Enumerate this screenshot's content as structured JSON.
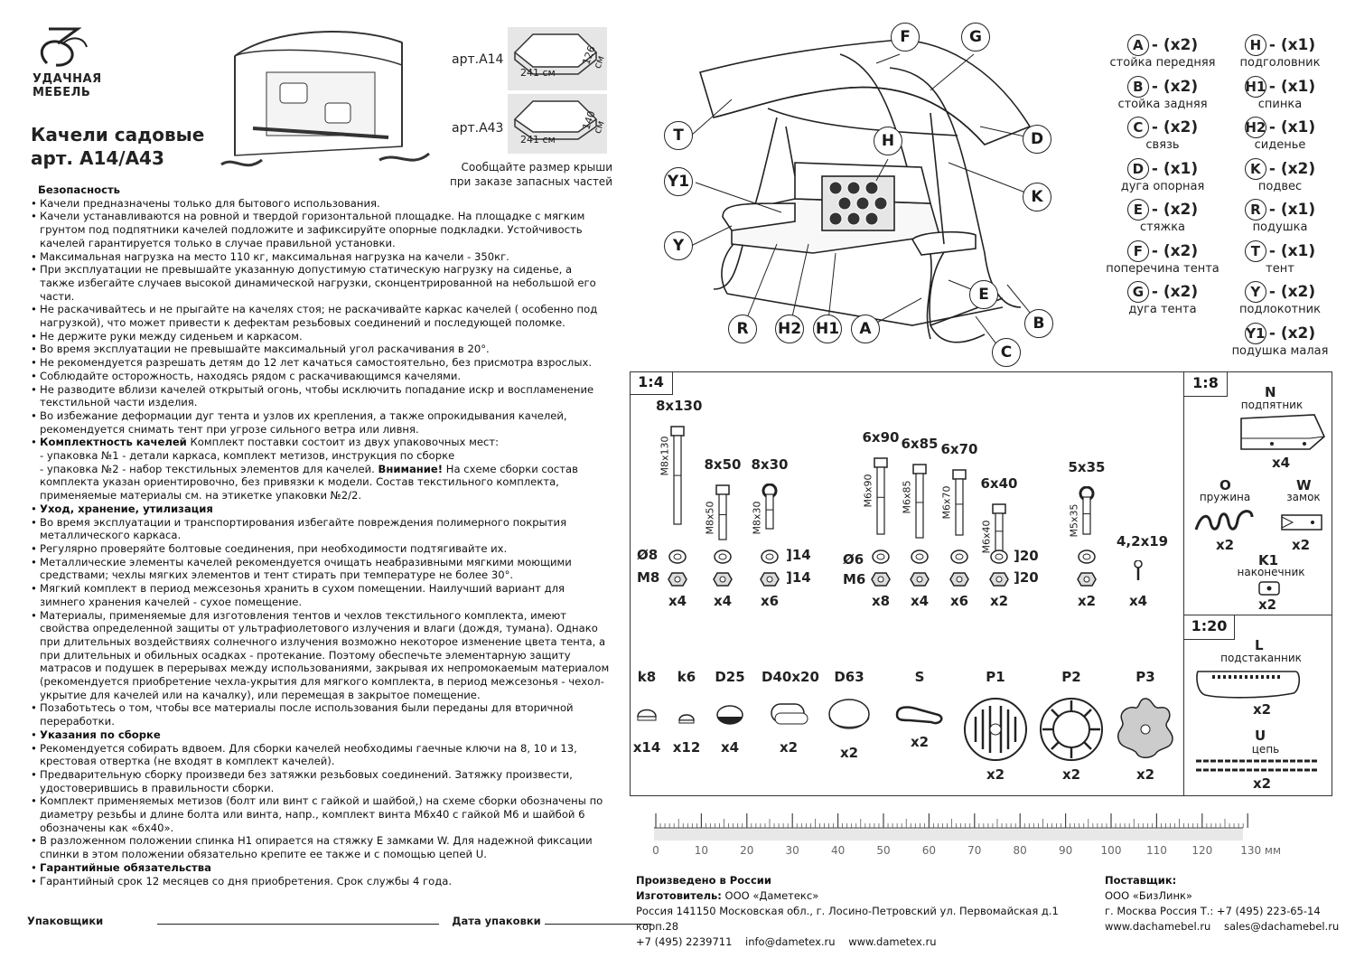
{
  "logo": {
    "line1": "УДАЧНАЯ",
    "line2": "МЕБЕЛЬ"
  },
  "title": {
    "line1": "Качели садовые",
    "line2": "арт. А14/А43"
  },
  "articles": [
    {
      "name": "арт.А14",
      "width": "241 см",
      "depth": "126 см"
    },
    {
      "name": "арт.А43",
      "width": "241 см",
      "depth": "140 см"
    }
  ],
  "roof_note": {
    "line1": "Сообщайте размер крыши",
    "line2": "при заказе запасных частей"
  },
  "rules": [
    {
      "type": "h",
      "text": "Безопасность"
    },
    {
      "type": "b",
      "text": "Качели предназначены только для бытового использования."
    },
    {
      "type": "b",
      "text": "Качели устанавливаются на ровной и твердой горизонтальной площадке. На площадке с мягким грунтом под подпятники качелей подложите и зафиксируйте опорные подкладки. Устойчивость качелей гарантируется только в случае правильной установки."
    },
    {
      "type": "b",
      "text": "Максимальная нагрузка на место 110 кг, максимальная нагрузка на качели - 350кг."
    },
    {
      "type": "b",
      "text": "При эксплуатации не превышайте указанную допустимую статическую нагрузку на сиденье, а также избегайте случаев высокой динамической нагрузки, сконцентрированной на небольшой его части."
    },
    {
      "type": "b",
      "text": "Не раскачивайтесь и не прыгайте на качелях стоя; не раскачивайте каркас качелей ( особенно под нагрузкой), что может привести к дефектам резьбовых соединений и последующей поломке."
    },
    {
      "type": "b",
      "text": "Не держите руки между сиденьем и каркасом."
    },
    {
      "type": "b",
      "text": "Во время эксплуатации не превышайте максимальный угол раскачивания в 20°."
    },
    {
      "type": "b",
      "text": "Не рекомендуется разрешать детям до 12 лет качаться самостоятельно, без присмотра взрослых."
    },
    {
      "type": "b",
      "text": "Соблюдайте осторожность, находясь рядом с раскачивающимся качелями."
    },
    {
      "type": "b",
      "text": "Не разводите вблизи качелей открытый огонь, чтобы исключить попадание искр и воспламенение текстильной части изделия."
    },
    {
      "type": "b",
      "text": "Во избежание деформации дуг тента и узлов их крепления, а также опрокидывания качелей, рекомендуется снимать тент при угрозе сильного ветра или ливня."
    },
    {
      "type": "bh",
      "bold": "Комплектность качелей",
      "text": " Комплект поставки состоит из двух упаковочных мест:"
    },
    {
      "type": "d",
      "text": "- упаковка №1 - детали каркаса, комплект метизов, инструкция по сборке"
    },
    {
      "type": "d",
      "text": "- упаковка №2 - набор текстильных элементов для качелей.",
      "bold": "Внимание!",
      "tail": " На схеме сборки состав комплекта указан ориентировочно, без привязки к модели. Состав текстильного комплекта, применяемые материалы см. на этикетке упаковки №2/2."
    },
    {
      "type": "bh",
      "bold": "Уход, хранение, утилизация",
      "text": ""
    },
    {
      "type": "b",
      "text": "Во время эксплуатации и транспортирования избегайте повреждения полимерного покрытия металлического каркаса."
    },
    {
      "type": "b",
      "text": "Регулярно проверяйте болтовые соединения, при необходимости подтягивайте их."
    },
    {
      "type": "b",
      "text": "Металлические элементы качелей рекомендуется очищать неабразивными мягкими моющими средствами; чехлы мягких элементов и тент стирать при температуре не более 30°."
    },
    {
      "type": "b",
      "text": "Мягкий комплект в период межсезонья хранить в сухом помещении. Наилучший вариант для зимнего хранения качелей - сухое помещение."
    },
    {
      "type": "b",
      "text": "Материалы, применяемые для изготовления тентов и чехлов текстильного комплекта, имеют свойства определенной защиты от ультрафиолетового излучения и влаги (дождя, тумана). Однако при длительных воздействиях солнечного излучения возможно некоторое изменение цвета тента, а при длительных и обильных осадках - протекание. Поэтому обеспечьте элементарную защиту матрасов и подушек в перерывах между использованиями, закрывая их непромокаемым материалом (рекомендуется приобретение чехла-укрытия для мягкого комплекта, в период межсезонья - чехол-укрытие для качелей или на качалку), или перемещая в закрытое помещение."
    },
    {
      "type": "b",
      "text": "Позаботьтесь о том, чтобы все материалы после использования были переданы для вторичной переработки."
    },
    {
      "type": "bh",
      "bold": "Указания по сборке",
      "text": ""
    },
    {
      "type": "b",
      "text": "Рекомендуется собирать вдвоем. Для сборки качелей необходимы гаечные ключи на 8, 10 и 13, крестовая отвертка (не входят в комплект качелей)."
    },
    {
      "type": "b",
      "text": "Предварительную сборку произведи без затяжки резьбовых соединений. Затяжку произвести, удостоверившись в правильности сборки."
    },
    {
      "type": "b",
      "text": "Комплект применяемых метизов (болт или винт с гайкой и шайбой,) на схеме сборки обозначены по диаметру резьбы и длине болта или винта, напр., комплект винта М6х40 с гайкой М6 и шайбой 6 обозначены как «6х40»."
    },
    {
      "type": "b",
      "text": "В разложенном положении спинка Н1 опирается на стяжку Е замками W. Для надежной фиксации спинки в этом положении обязательно крепите ее также и с помощью цепей U."
    },
    {
      "type": "bh",
      "bold": "Гарантийные обязательства",
      "text": ""
    },
    {
      "type": "b",
      "text": "Гарантийный срок 12 месяцев со дня приобретения. Срок службы 4 года."
    }
  ],
  "signature": {
    "packer": "Упаковщики",
    "pack_date": "Дата упаковки"
  },
  "callouts": [
    "F",
    "G",
    "T",
    "H",
    "D",
    "Y1",
    "K",
    "Y",
    "E",
    "B",
    "R",
    "H2",
    "H1",
    "A",
    "C"
  ],
  "legend": [
    {
      "letter": "A",
      "qty": "- (x2)",
      "label": "стойка передняя"
    },
    {
      "letter": "B",
      "qty": "- (x2)",
      "label": "стойка задняя"
    },
    {
      "letter": "C",
      "qty": "- (x2)",
      "label": "связь"
    },
    {
      "letter": "D",
      "qty": "- (x1)",
      "label": "дуга опорная"
    },
    {
      "letter": "E",
      "qty": "- (x2)",
      "label": "стяжка"
    },
    {
      "letter": "F",
      "qty": "- (x2)",
      "label": "поперечина тента"
    },
    {
      "letter": "G",
      "qty": "- (x2)",
      "label": "дуга тента"
    },
    {
      "letter": "H",
      "qty": "- (x1)",
      "label": "подголовник"
    },
    {
      "letter": "H1",
      "qty": "- (x1)",
      "label": "спинка"
    },
    {
      "letter": "H2",
      "qty": "- (x1)",
      "label": "сиденье"
    },
    {
      "letter": "K",
      "qty": "- (x2)",
      "label": "подвес"
    },
    {
      "letter": "R",
      "qty": "- (x1)",
      "label": "подушка"
    },
    {
      "letter": "T",
      "qty": "- (x1)",
      "label": "тент"
    },
    {
      "letter": "Y",
      "qty": "- (x2)",
      "label": "подлокотник"
    },
    {
      "letter": "Y1",
      "qty": "- (x2)",
      "label": "подушка малая"
    }
  ],
  "hardware": {
    "scale_main": "1:4",
    "bolts": [
      {
        "size": "8x130",
        "mark": "M8x130"
      },
      {
        "size": "8x50",
        "mark": "M8x50"
      },
      {
        "size": "8x30",
        "mark": "M8x30"
      },
      {
        "size": "6x90",
        "mark": "M6x90"
      },
      {
        "size": "6x85",
        "mark": "M6x85"
      },
      {
        "size": "6x70",
        "mark": "M6x70"
      },
      {
        "size": "6x40",
        "mark": "M6x40"
      },
      {
        "size": "5x35",
        "mark": "M5x35"
      },
      {
        "size": "4,2x19",
        "mark": ""
      }
    ],
    "washer_d8": "Ø8",
    "nut_m8": "M8",
    "washer_d6": "Ø6",
    "nut_m6": "M6",
    "bracket_14a": "]14",
    "bracket_14b": "]14",
    "bracket_20a": "]20",
    "bracket_20b": "]20",
    "counts": [
      "x4",
      "x4",
      "x6",
      "x8",
      "x4",
      "x6",
      "x2",
      "x2",
      "x4"
    ],
    "caps": [
      {
        "name": "k8",
        "qty": "x14"
      },
      {
        "name": "k6",
        "qty": "x12"
      },
      {
        "name": "D25",
        "qty": "x4"
      },
      {
        "name": "D40x20",
        "qty": "x2"
      },
      {
        "name": "D63",
        "qty": "x2"
      },
      {
        "name": "S",
        "qty": "x2"
      },
      {
        "name": "P1",
        "qty": "x2"
      },
      {
        "name": "P2",
        "qty": "x2"
      },
      {
        "name": "P3",
        "qty": "x2"
      }
    ],
    "scale_18": "1:8",
    "n": {
      "letter": "N",
      "label": "подпятник",
      "qty": "x4"
    },
    "o": {
      "letter": "O",
      "label": "пружина",
      "qty": "x2"
    },
    "w": {
      "letter": "W",
      "label": "замок",
      "qty": "x2"
    },
    "k1": {
      "letter": "K1",
      "label": "наконечник",
      "qty": "x2"
    },
    "scale_120": "1:20",
    "l": {
      "letter": "L",
      "label": "подстаканник",
      "qty": "x2"
    },
    "u": {
      "letter": "U",
      "label": "цепь",
      "qty": "x2"
    }
  },
  "ruler": {
    "ticks": [
      "0",
      "10",
      "20",
      "30",
      "40",
      "50",
      "60",
      "70",
      "80",
      "90",
      "100",
      "110",
      "120",
      "130 мм"
    ]
  },
  "footer": {
    "made_in": "Произведено в России",
    "manufacturer_label": "Изготовитель:",
    "manufacturer": "ООО «Даметекс»",
    "address": "Россия 141150 Московская обл., г. Лосино-Петровский ул. Первомайская д.1 корп.28",
    "contacts": "+7 (495) 2239711    info@dametex.ru    www.dametex.ru",
    "supplier_label": "Поставщик:",
    "supplier": "ООО «БизЛинк»",
    "supplier_address": "г. Москва  Россия  Т.: +7 (495) 223-65-14",
    "supplier_contacts": "www.dachamebel.ru    sales@dachamebel.ru"
  }
}
